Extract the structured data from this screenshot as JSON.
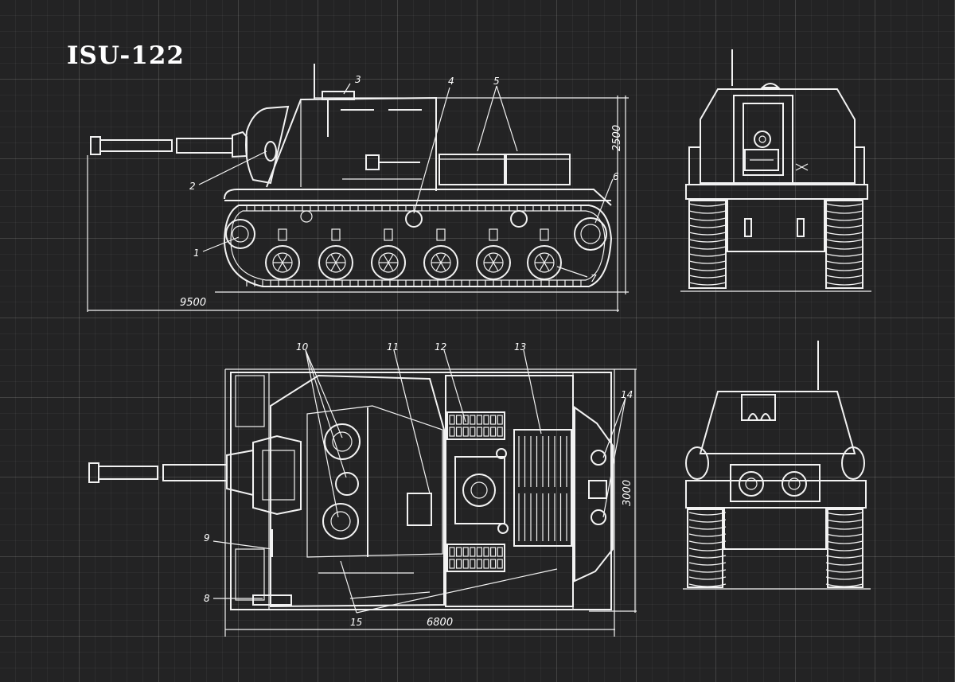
{
  "title": "ISU-122",
  "dimensions": {
    "length_total": "9500",
    "height": "2500",
    "hull_length": "6800",
    "width": "3000"
  },
  "callouts": {
    "c1": "1",
    "c2": "2",
    "c3": "3",
    "c4": "4",
    "c5": "5",
    "c6": "6",
    "c7": "7",
    "c8": "8",
    "c9": "9",
    "c10": "10",
    "c11": "11",
    "c12": "12",
    "c13": "13",
    "c14": "14",
    "c15": "15"
  },
  "colors": {
    "background": "#232324",
    "line": "#f2f2f2"
  }
}
